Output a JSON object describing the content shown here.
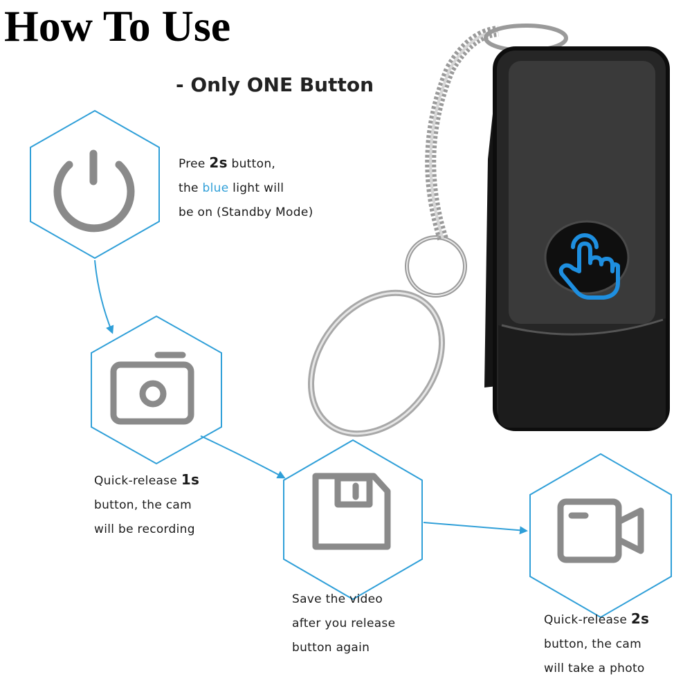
{
  "header": {
    "title": "How To Use",
    "subtitle": "- Only ONE Button"
  },
  "steps": [
    {
      "icon": "power-icon",
      "lines": [
        {
          "before": "Pree ",
          "strong": "2s",
          "after": " button,"
        },
        {
          "before": "the ",
          "highlight": "blue",
          "after": " light will"
        },
        {
          "before": "be on (Standby Mode)"
        }
      ]
    },
    {
      "icon": "camera-icon",
      "lines": [
        {
          "before": "Quick-release ",
          "strong": "1s",
          "after": ""
        },
        {
          "before": "button, the cam"
        },
        {
          "before": "will be recording"
        }
      ]
    },
    {
      "icon": "save-icon",
      "lines": [
        {
          "before": "Save the video"
        },
        {
          "before": "after you release"
        },
        {
          "before": "button again"
        }
      ]
    },
    {
      "icon": "video-camera-icon",
      "lines": [
        {
          "before": "Quick-release ",
          "strong": "2s",
          "after": ""
        },
        {
          "before": "button, the cam"
        },
        {
          "before": "will take a photo"
        }
      ]
    }
  ],
  "colors": {
    "accent": "#2f9fd8",
    "icon_gray": "#8a8a8a",
    "device_body": "#2a2a2a",
    "touch_icon": "#1e8fe0"
  },
  "device_icon": "touch-hand-icon"
}
